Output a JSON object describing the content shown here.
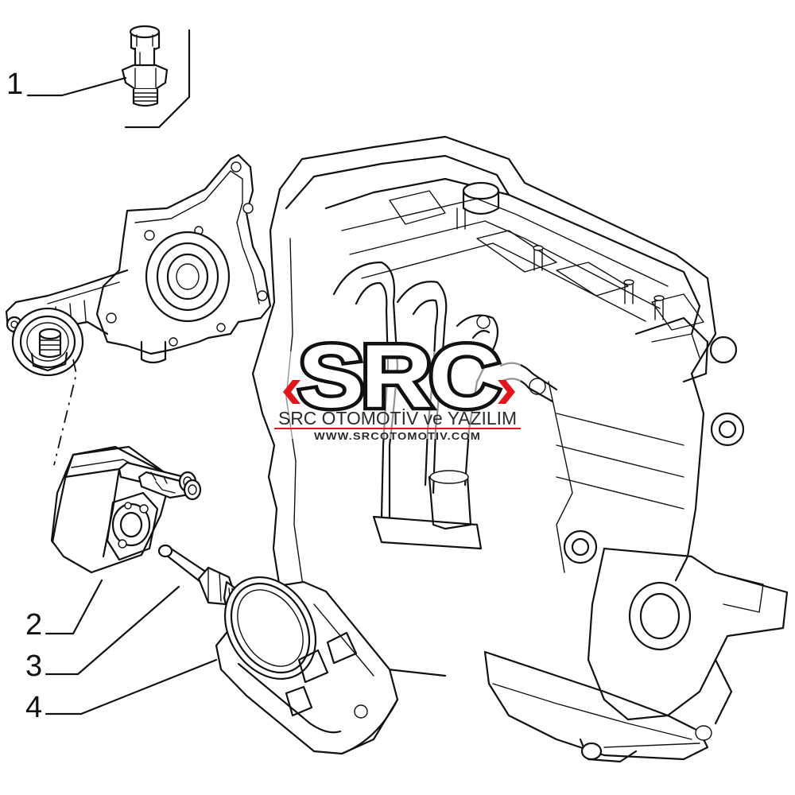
{
  "callouts": [
    {
      "number": "1"
    },
    {
      "number": "2"
    },
    {
      "number": "3"
    },
    {
      "number": "4"
    }
  ],
  "watermark": {
    "logo": "SRC",
    "title": "SRC OTOMOTİV ve YAZILIM",
    "url": "WWW.SRCOTOMOTIV.COM",
    "accent_color": "#e2141c"
  }
}
